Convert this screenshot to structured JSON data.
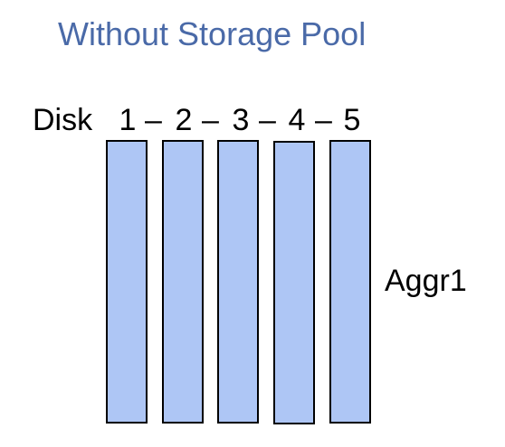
{
  "title": "Without Storage Pool",
  "disk_row_label": "Disk",
  "disks": [
    {
      "number": "1"
    },
    {
      "number": "2"
    },
    {
      "number": "3"
    },
    {
      "number": "4"
    },
    {
      "number": "5"
    }
  ],
  "separator": "–",
  "aggregate_label": "Aggr1",
  "colors": {
    "title": "#4a6aa8",
    "disk_fill": "#aec6f5",
    "disk_border": "#000000"
  }
}
